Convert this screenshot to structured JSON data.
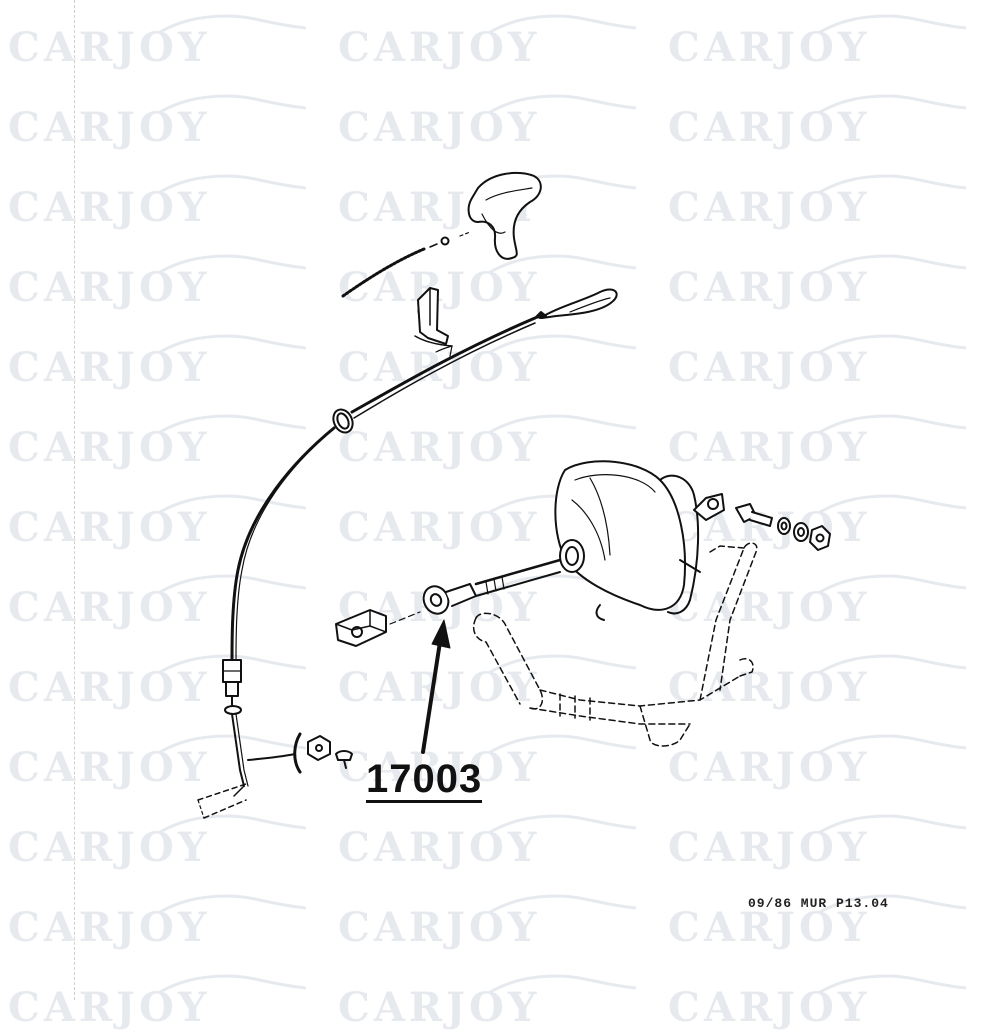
{
  "watermark": {
    "text": "CARJOY",
    "color": "#e6eaef"
  },
  "diagram": {
    "part_number": "17003",
    "reference_code": "09/86 MUR P13.04"
  },
  "icons": {
    "pull_knob": "t-handle-knob-icon",
    "cable": "control-cable-icon",
    "vacuum_unit": "vacuum-actuator-icon",
    "linkage": "throttle-linkage-icon"
  }
}
